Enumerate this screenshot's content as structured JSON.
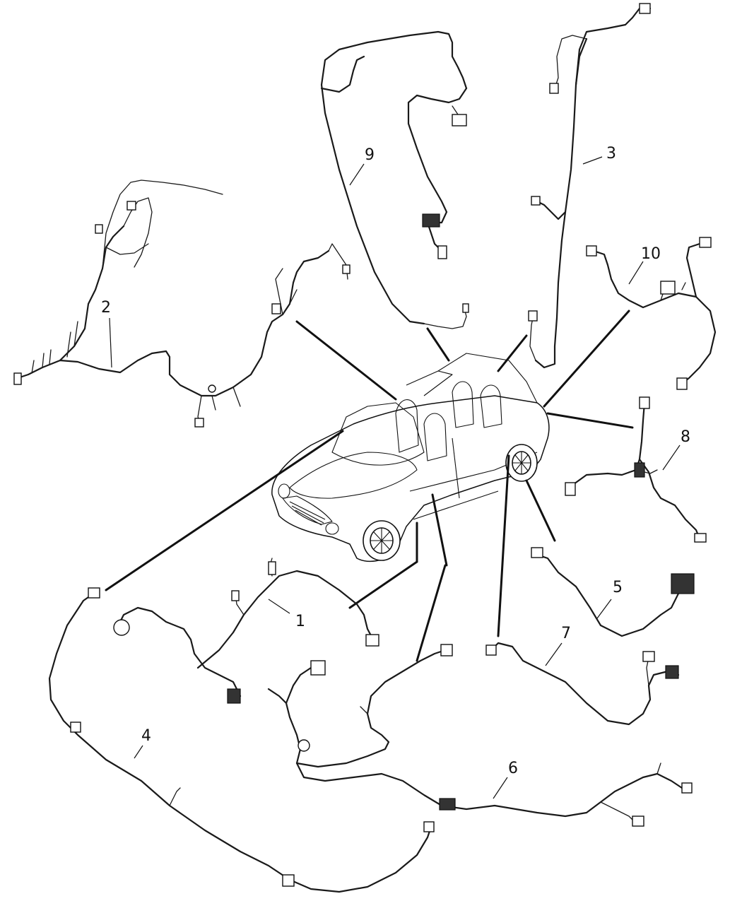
{
  "diagram": {
    "callouts": [
      {
        "id": "harness-1",
        "label": "1"
      },
      {
        "id": "harness-2",
        "label": "2"
      },
      {
        "id": "harness-3",
        "label": "3"
      },
      {
        "id": "harness-4",
        "label": "4"
      },
      {
        "id": "harness-5",
        "label": "5"
      },
      {
        "id": "harness-6",
        "label": "6"
      },
      {
        "id": "harness-7",
        "label": "7"
      },
      {
        "id": "harness-8",
        "label": "8"
      },
      {
        "id": "harness-9",
        "label": "9"
      },
      {
        "id": "harness-10",
        "label": "10"
      }
    ]
  }
}
